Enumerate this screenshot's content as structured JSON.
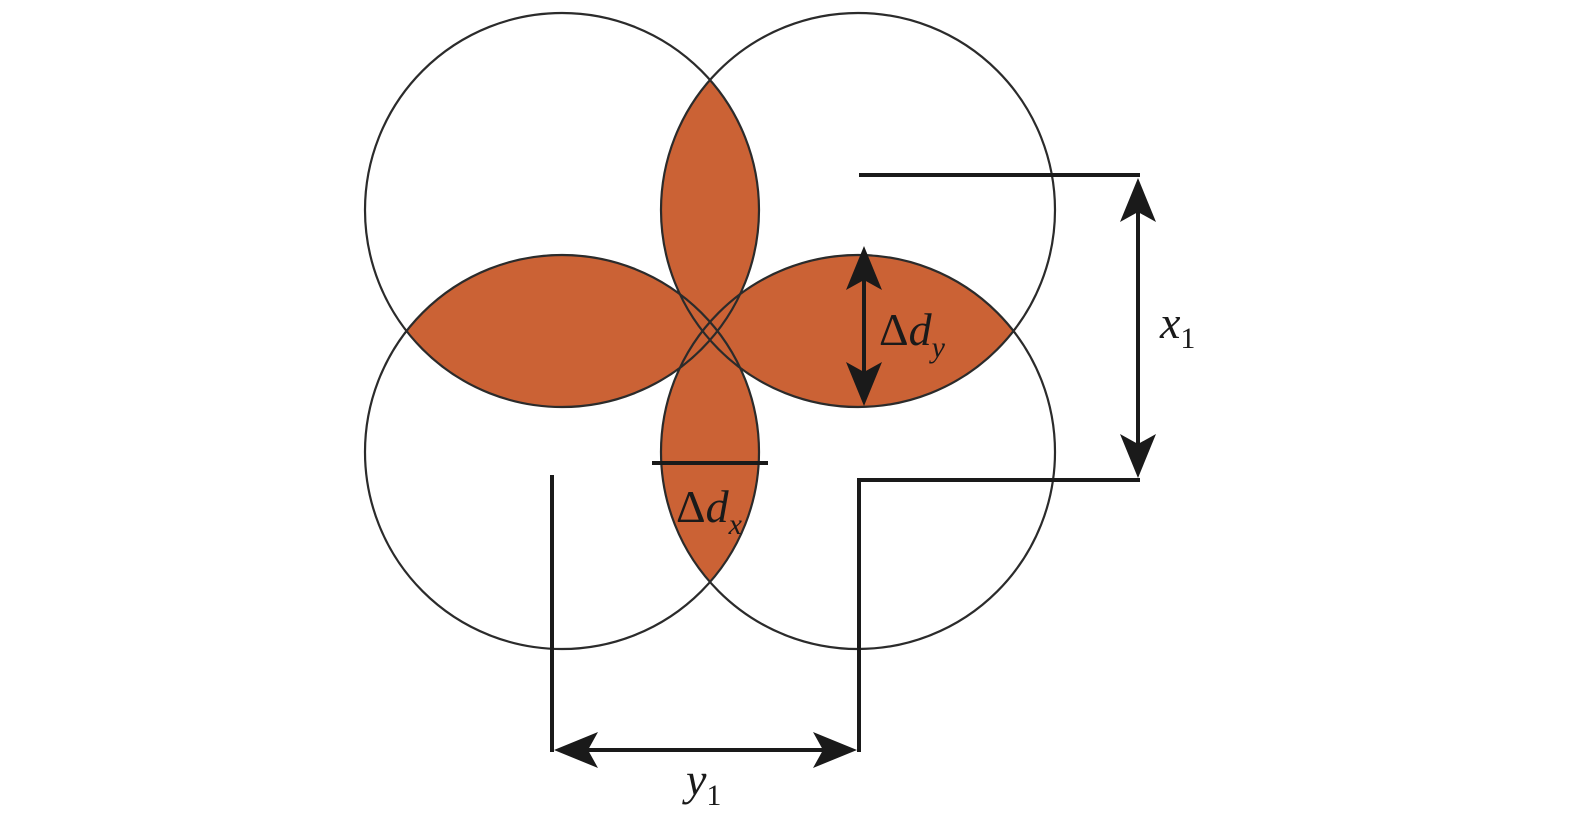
{
  "colors": {
    "overlap_fill": "#cb6235",
    "circle_stroke": "#2b2b2b",
    "dimension_stroke": "#1a1a1a",
    "background": "#ffffff"
  },
  "labels": {
    "delta_symbol": "Δ",
    "dy_letter": "d",
    "dy_subscript": "y",
    "dx_letter": "d",
    "dx_subscript": "x",
    "x1_letter": "x",
    "x1_subscript": "1",
    "y1_letter": "y",
    "y1_subscript": "1"
  }
}
